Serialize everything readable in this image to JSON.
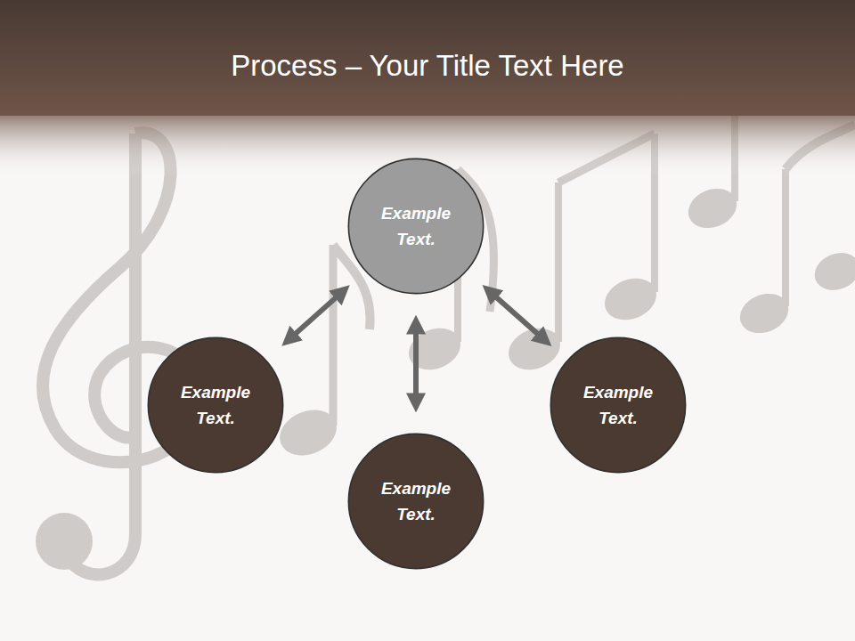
{
  "diagram": {
    "title": "Process – Your Title Text Here",
    "nodes": [
      {
        "text": [
          "Example Text."
        ]
      },
      {
        "text": [
          "Example Text."
        ]
      },
      {
        "text": [
          "Example Text."
        ]
      },
      {
        "text": [
          "Example Text."
        ]
      }
    ],
    "edges": [
      {
        "from": 0,
        "to": 1,
        "arrow": "both"
      },
      {
        "from": 0,
        "to": 2,
        "arrow": "both"
      },
      {
        "from": 0,
        "to": 3,
        "arrow": "both"
      }
    ]
  }
}
